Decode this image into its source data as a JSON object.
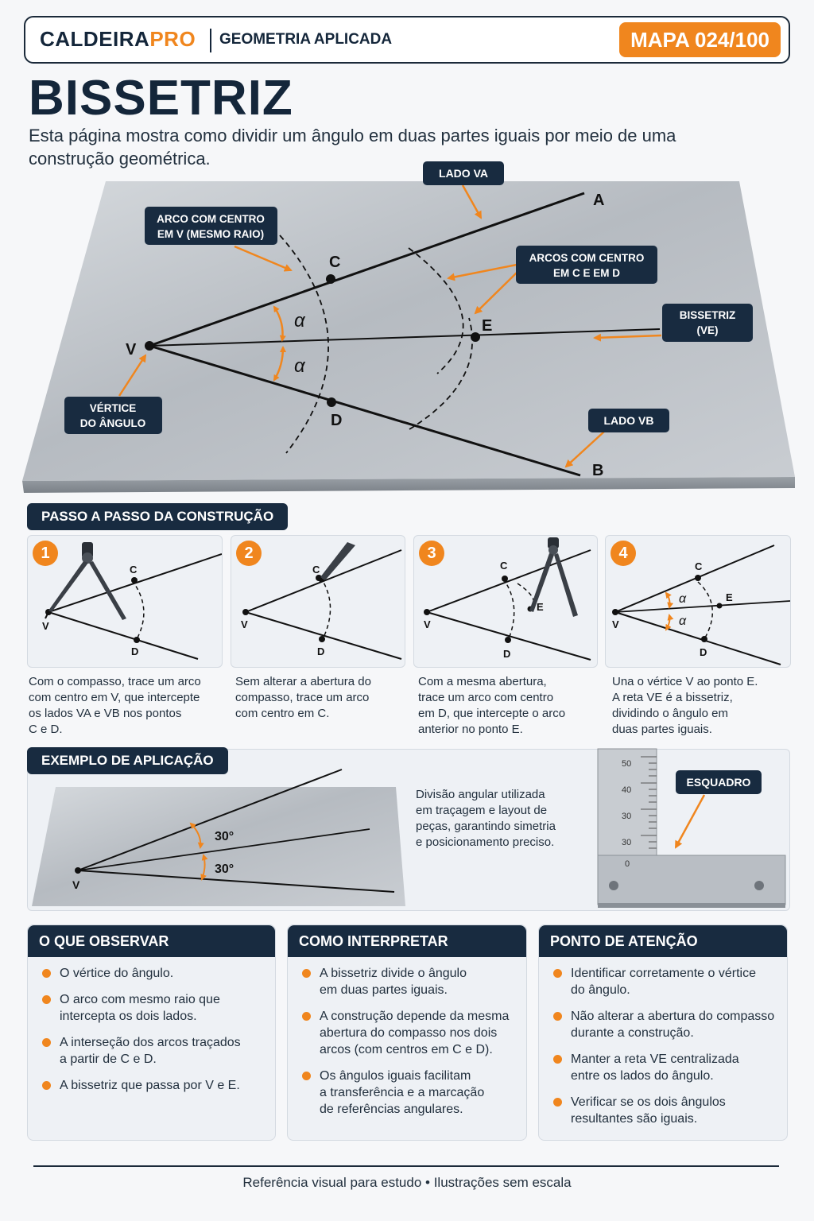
{
  "header": {
    "brand_main": "CALDEIRA",
    "brand_accent": "PRO",
    "subtitle": "GEOMETRIA APLICADA",
    "map_badge": "MAPA  024/100"
  },
  "title": "BISSETRIZ",
  "intro": "Esta página mostra como dividir um ângulo em duas partes iguais por meio de uma construção geométrica.",
  "main_diagram": {
    "callouts": {
      "lado_va": "LADO VA",
      "arco_v_1": "ARCO COM CENTRO",
      "arco_v_2": "EM V (MESMO RAIO)",
      "arcos_cd_1": "ARCOS COM CENTRO",
      "arcos_cd_2": "EM C E EM D",
      "bissetriz_1": "BISSETRIZ",
      "bissetriz_2": "(VE)",
      "vertice_1": "VÉRTICE",
      "vertice_2": "DO ÂNGULO",
      "lado_vb": "LADO VB"
    },
    "points": {
      "v": "V",
      "a": "A",
      "b": "B",
      "c": "C",
      "d": "D",
      "e": "E"
    },
    "angle_symbol": "α"
  },
  "steps_section": {
    "title": "PASSO A PASSO DA CONSTRUÇÃO",
    "steps": [
      {
        "number": "1",
        "text_lines": [
          "Com o compasso, trace um arco",
          "com centro em V, que intercepte",
          "os lados VA e VB nos pontos",
          "C e D."
        ]
      },
      {
        "number": "2",
        "text_lines": [
          "Sem alterar a abertura do",
          "compasso, trace um arco",
          "com centro em C."
        ]
      },
      {
        "number": "3",
        "text_lines": [
          "Com a mesma abertura,",
          "trace um arco com centro",
          "em D, que intercepte o arco",
          "anterior no ponto E."
        ]
      },
      {
        "number": "4",
        "text_lines": [
          "Una o vértice V ao ponto E.",
          "A reta VE é a bissetriz,",
          "dividindo o ângulo em",
          "duas partes iguais."
        ]
      }
    ]
  },
  "example_section": {
    "title": "EXEMPLO DE APLICAÇÃO",
    "angle_1": "30°",
    "angle_2": "30°",
    "vertex": "V",
    "description_lines": [
      "Divisão angular utilizada",
      "em traçagem e layout de",
      "peças, garantindo simetria",
      "e posicionamento preciso."
    ],
    "esquadro_label": "ESQUADRO",
    "ruler_ticks": [
      "50",
      "40",
      "30",
      "30",
      "0"
    ]
  },
  "info_cards": [
    {
      "title": "O QUE OBSERVAR",
      "items": [
        [
          "O vértice do ângulo."
        ],
        [
          "O arco com mesmo raio que",
          "intercepta os dois lados."
        ],
        [
          "A interseção dos arcos traçados",
          "a partir de C e D."
        ],
        [
          "A bissetriz que passa por V e E."
        ]
      ]
    },
    {
      "title": "COMO INTERPRETAR",
      "items": [
        [
          "A bissetriz divide o ângulo",
          "em duas partes iguais."
        ],
        [
          "A construção depende da mesma",
          "abertura do compasso nos dois",
          "arcos (com centros em C e D)."
        ],
        [
          "Os ângulos iguais facilitam",
          "a transferência e a marcação",
          "de referências angulares."
        ]
      ]
    },
    {
      "title": "PONTO DE ATENÇÃO",
      "items": [
        [
          "Identificar corretamente o vértice",
          "do ângulo."
        ],
        [
          "Não alterar a abertura do compasso",
          "durante a construção."
        ],
        [
          "Manter a reta VE centralizada",
          "entre os lados do ângulo."
        ],
        [
          "Verificar se os dois ângulos",
          "resultantes são iguais."
        ]
      ]
    }
  ],
  "footer": "Referência visual para estudo • Ilustrações sem escala",
  "colors": {
    "accent": "#f0861e",
    "navy": "#182b40",
    "steel": "#b9bec4"
  }
}
